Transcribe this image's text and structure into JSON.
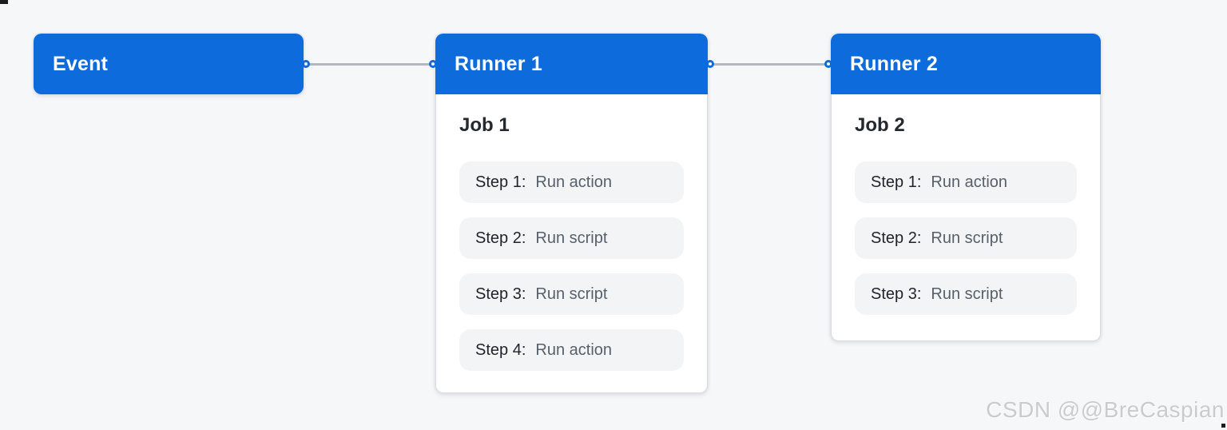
{
  "colors": {
    "background": "#f6f7f9",
    "accent": "#0d6bdb",
    "line": "#b3b8bf",
    "card_border": "#d8dce1",
    "step_bg": "#f3f4f6",
    "step_label": "#1f2328",
    "step_value": "#57606a",
    "heading": "#24292f",
    "watermark": "#cbcbce"
  },
  "nodes": {
    "event": {
      "title": "Event"
    },
    "runner1": {
      "title": "Runner 1",
      "job": "Job 1",
      "steps": [
        {
          "label": "Step 1:",
          "value": "Run action"
        },
        {
          "label": "Step 2:",
          "value": "Run script"
        },
        {
          "label": "Step 3:",
          "value": "Run script"
        },
        {
          "label": "Step 4:",
          "value": "Run action"
        }
      ]
    },
    "runner2": {
      "title": "Runner 2",
      "job": "Job 2",
      "steps": [
        {
          "label": "Step 1:",
          "value": "Run action"
        },
        {
          "label": "Step 2:",
          "value": "Run script"
        },
        {
          "label": "Step 3:",
          "value": "Run script"
        }
      ]
    }
  },
  "watermark": "CSDN @@BreCaspian"
}
